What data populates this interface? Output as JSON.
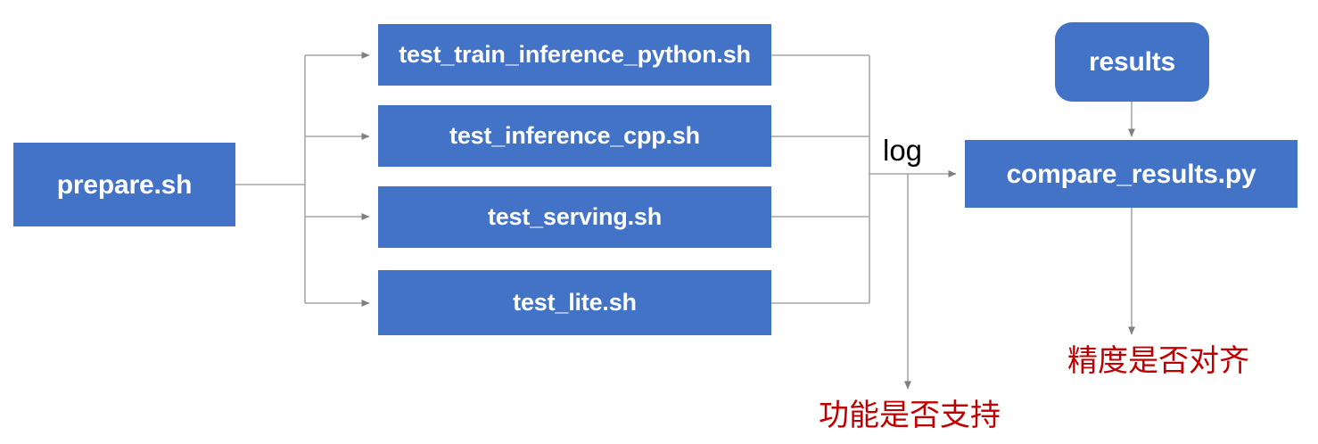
{
  "diagram": {
    "title": "PaddlePaddle TIPC test pipeline flow",
    "colors": {
      "node_fill": "#4273c6",
      "node_text": "#ffffff",
      "connector": "#a6a6a6",
      "note_text": "#c00000",
      "label_text": "#000000",
      "background": "#ffffff"
    },
    "entry": {
      "label": "prepare.sh"
    },
    "steps": [
      {
        "label": "test_train_inference_python.sh"
      },
      {
        "label": "test_inference_cpp.sh"
      },
      {
        "label": "test_serving.sh"
      },
      {
        "label": "test_lite.sh"
      }
    ],
    "edge_labels": {
      "log": "log"
    },
    "results_node": {
      "label": "results"
    },
    "compare_node": {
      "label": "compare_results.py"
    },
    "notes": [
      {
        "label": "功能是否支持"
      },
      {
        "label": "精度是否对齐"
      }
    ]
  }
}
